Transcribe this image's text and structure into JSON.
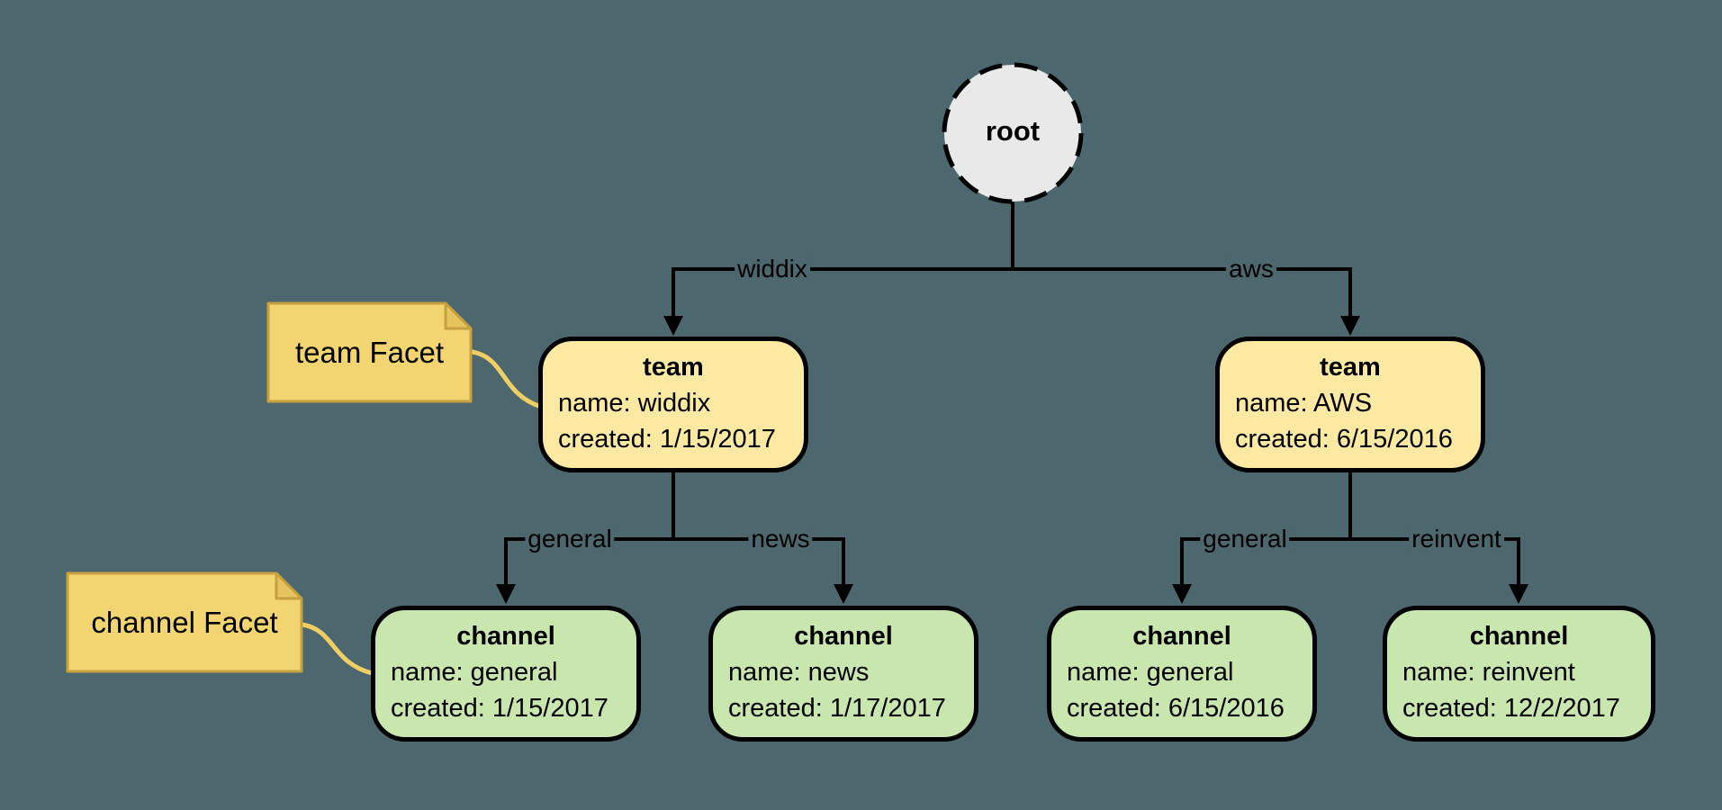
{
  "colors": {
    "background": "#4C676E",
    "team_fill": "#FDE9A2",
    "channel_fill": "#C8E6AE",
    "root_fill": "#E9E9E9",
    "note_fill": "#F2D571",
    "note_fold": "#E6C45D",
    "note_border": "#C7A13D",
    "note_connector": "#EFCE63",
    "edge": "#000000"
  },
  "root": {
    "label": "root"
  },
  "edges": {
    "level1": [
      {
        "label": "widdix"
      },
      {
        "label": "aws"
      }
    ],
    "level2": [
      {
        "label": "general"
      },
      {
        "label": "news"
      },
      {
        "label": "general"
      },
      {
        "label": "reinvent"
      }
    ]
  },
  "teams": [
    {
      "title": "team",
      "name": "name: widdix",
      "created": "created: 1/15/2017"
    },
    {
      "title": "team",
      "name": "name: AWS",
      "created": "created: 6/15/2016"
    }
  ],
  "channels": [
    {
      "title": "channel",
      "name": "name: general",
      "created": "created: 1/15/2017"
    },
    {
      "title": "channel",
      "name": "name: news",
      "created": "created: 1/17/2017"
    },
    {
      "title": "channel",
      "name": "name: general",
      "created": "created: 6/15/2016"
    },
    {
      "title": "channel",
      "name": "name: reinvent",
      "created": "created: 12/2/2017"
    }
  ],
  "notes": [
    {
      "label": "team Facet"
    },
    {
      "label": "channel Facet"
    }
  ]
}
